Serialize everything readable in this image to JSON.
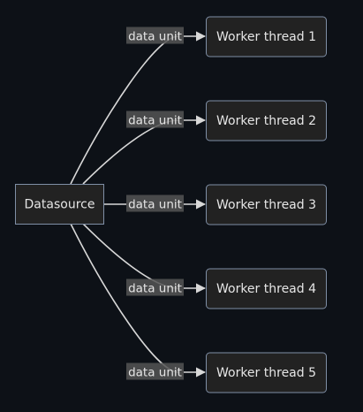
{
  "colors": {
    "background": "#0d1117",
    "node_fill": "#222222",
    "node_stroke": "#7f8fa6",
    "edge": "#d8d8d8",
    "edge_label_bg": "#555555",
    "text": "#e6e6e6"
  },
  "diagram": {
    "source": {
      "id": "datasource",
      "label": "Datasource"
    },
    "workers": [
      {
        "id": "worker-1",
        "label": "Worker thread 1",
        "edge_label": "data unit"
      },
      {
        "id": "worker-2",
        "label": "Worker thread 2",
        "edge_label": "data unit"
      },
      {
        "id": "worker-3",
        "label": "Worker thread 3",
        "edge_label": "data unit"
      },
      {
        "id": "worker-4",
        "label": "Worker thread 4",
        "edge_label": "data unit"
      },
      {
        "id": "worker-5",
        "label": "Worker thread 5",
        "edge_label": "data unit"
      }
    ]
  }
}
